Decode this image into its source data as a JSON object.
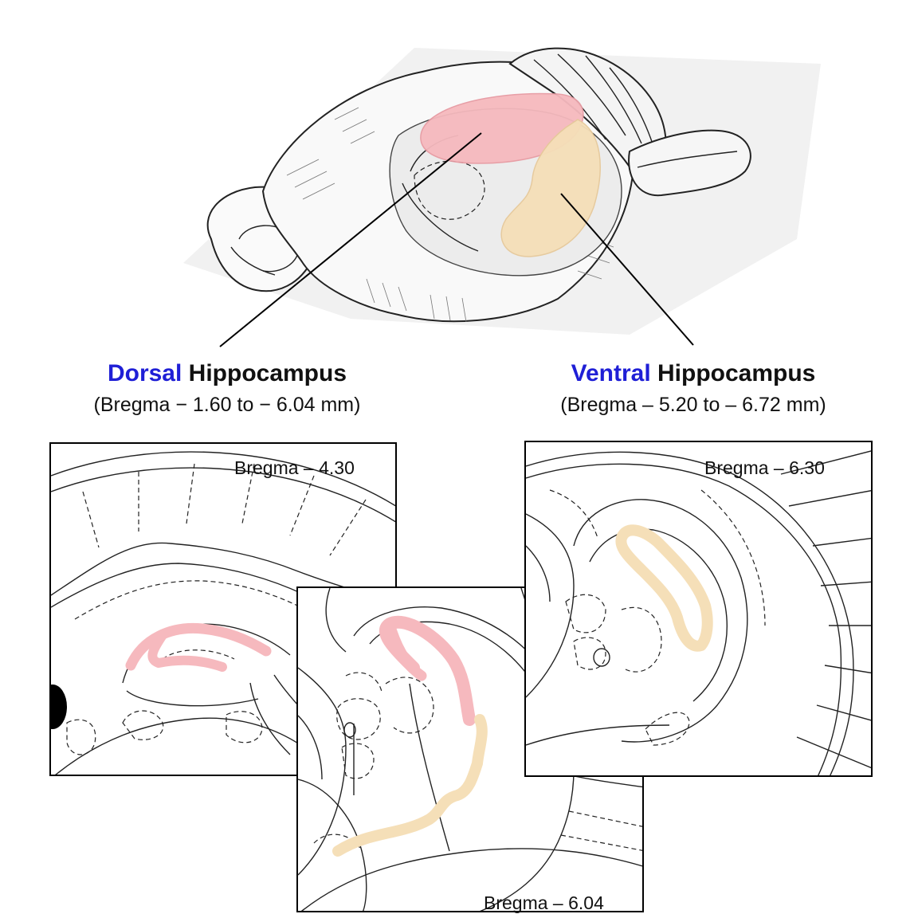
{
  "labels": {
    "dorsal": {
      "highlight": "Dorsal",
      "rest": " Hippocampus",
      "range": "(Bregma − 1.60 to − 6.04 mm)"
    },
    "ventral": {
      "highlight": "Ventral",
      "rest": " Hippocampus",
      "range": "(Bregma – 5.20 to – 6.72 mm)"
    }
  },
  "sections": [
    {
      "label": "Bregma – 4.30"
    },
    {
      "label": "Bregma – 6.04"
    },
    {
      "label": "Bregma – 6.30"
    }
  ],
  "colors": {
    "dorsal_fill": "#f6b9be",
    "ventral_fill": "#f5dfb8",
    "highlight_text": "#1f1fd6"
  }
}
